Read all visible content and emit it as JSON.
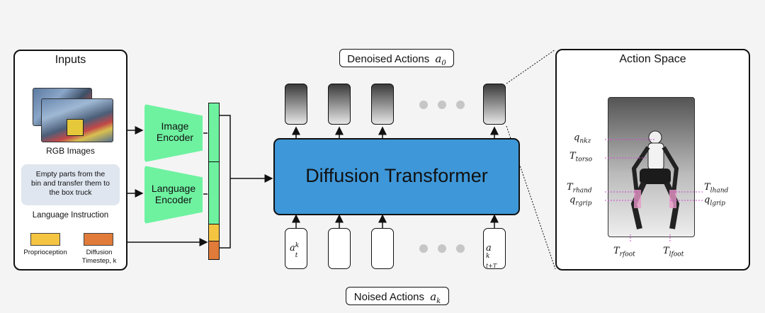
{
  "inputs": {
    "title": "Inputs",
    "rgb_label": "RGB Images",
    "instruction_text": "Empty parts from the bin and transfer them to the box truck",
    "language_label": "Language Instruction",
    "proprio_label": "Proprioception",
    "timestep_label": "Diffusion Timestep, k",
    "colors": {
      "proprio": "#f5c542",
      "timestep": "#e07b39",
      "instruction_bg": "#dfe6f0"
    }
  },
  "encoders": {
    "image": "Image Encoder",
    "language": "Language Encoder",
    "color": "#6ef2a0"
  },
  "token_stack_colors": [
    "#6ef2a0",
    "#6ef2a0",
    "#f5c542",
    "#e07b39"
  ],
  "transformer": {
    "label": "Diffusion Transformer",
    "color": "#3e97d8"
  },
  "denoised": {
    "label": "Denoised Actions",
    "symbol": "a",
    "subscript": "0"
  },
  "noised": {
    "label": "Noised Actions",
    "symbol": "a",
    "subscript": "k",
    "tokens": [
      {
        "base": "a",
        "sup": "k",
        "sub": "t"
      },
      {
        "base": "",
        "sup": "",
        "sub": ""
      },
      {
        "base": "",
        "sup": "",
        "sub": ""
      },
      {
        "base": "a",
        "sup": "k",
        "sub": "t+T"
      }
    ]
  },
  "action_space": {
    "title": "Action Space",
    "labels": {
      "neck": {
        "base": "q",
        "sub": "nkz"
      },
      "torso": {
        "base": "T",
        "sub": "torso"
      },
      "rhand": {
        "base": "T",
        "sub": "rhand"
      },
      "rgrip": {
        "base": "q",
        "sub": "rgrip"
      },
      "lhand": {
        "base": "T",
        "sub": "lhand"
      },
      "lgrip": {
        "base": "q",
        "sub": "lgrip"
      },
      "rfoot": {
        "base": "T",
        "sub": "rfoot"
      },
      "lfoot": {
        "base": "T",
        "sub": "lfoot"
      }
    },
    "marker_color": "#d04bd0"
  }
}
